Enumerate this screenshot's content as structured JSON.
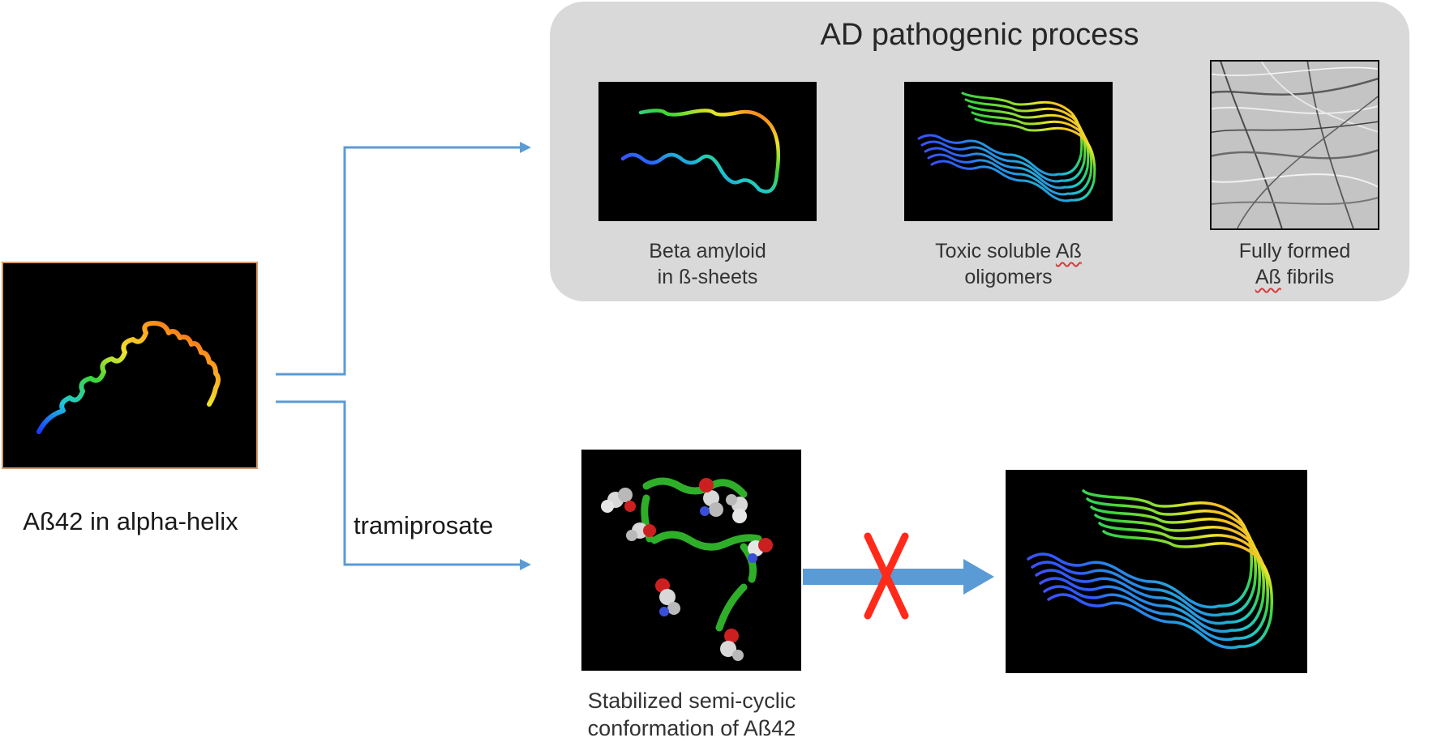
{
  "pathogenic_panel": {
    "title": "AD pathogenic process",
    "steps": [
      {
        "label_line1": "Beta amyloid",
        "label_line2": "in ß-sheets"
      },
      {
        "label_line1": "Toxic soluble Aß",
        "label_line2": "oligomers"
      },
      {
        "label_line1": "Fully formed",
        "label_line2": "Aß fibrils"
      }
    ]
  },
  "start": {
    "label": "Aß42 in alpha-helix"
  },
  "drug_label": "tramiprosate",
  "stabilized": {
    "label_line1": "Stabilized semi-cyclic",
    "label_line2": "conformation of Aß42"
  },
  "blocked_marker": "X",
  "colors": {
    "panel_bg": "#d9d9d9",
    "connector": "#5b9bd5",
    "panel_arrow": "#2e64b4",
    "block_x": "#ff2a1a"
  }
}
